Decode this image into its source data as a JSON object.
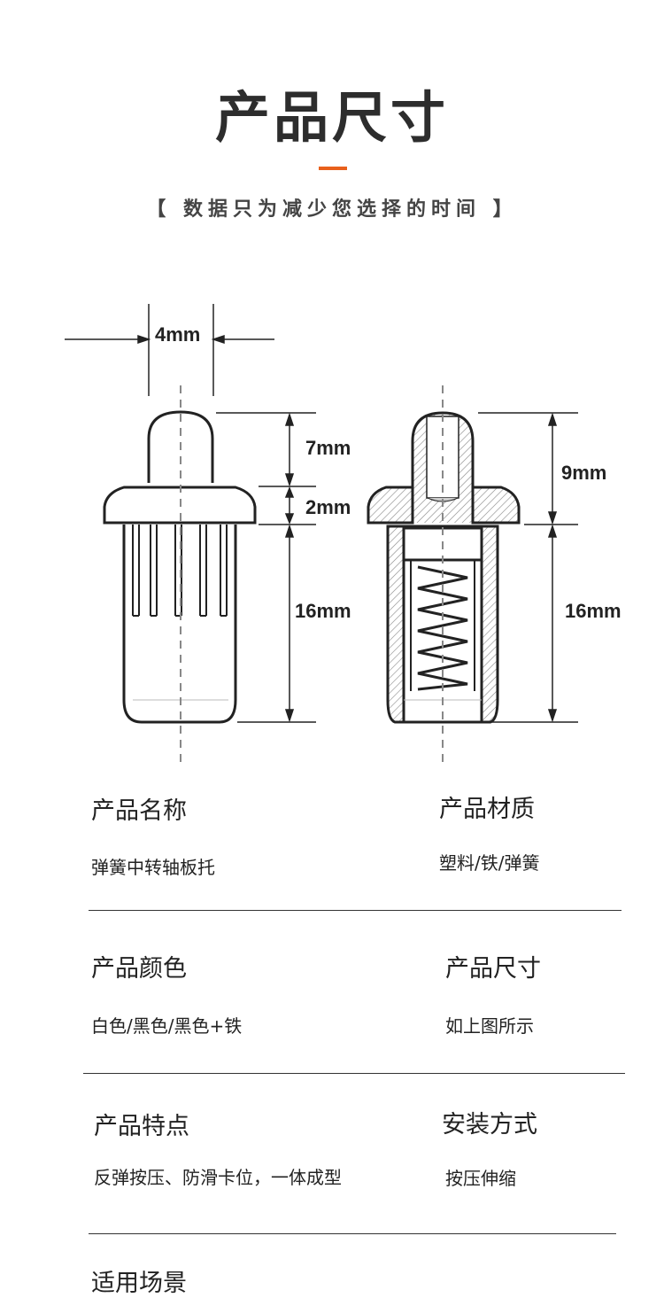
{
  "header": {
    "title": "产品尺寸",
    "subtitle": "【 数据只为减少您选择的时间 】"
  },
  "dimensions": {
    "left_width": "4mm",
    "left_top": "7mm",
    "left_mid": "2mm",
    "left_body": "16mm",
    "right_top": "9mm",
    "right_body": "16mm"
  },
  "specs": {
    "name_label": "产品名称",
    "name_value": "弹簧中转轴板托",
    "material_label": "产品材质",
    "material_value": "塑料/铁/弹簧",
    "color_label": "产品颜色",
    "color_value": "白色/黑色/黑色+铁",
    "size_label": "产品尺寸",
    "size_value": "如上图所示",
    "feature_label": "产品特点",
    "feature_value": "反弹按压、防滑卡位，一体成型",
    "install_label": "安装方式",
    "install_value": "按压伸缩",
    "scene_label": "适用场景"
  },
  "colors": {
    "accent": "#e8601c",
    "line": "#222222"
  }
}
